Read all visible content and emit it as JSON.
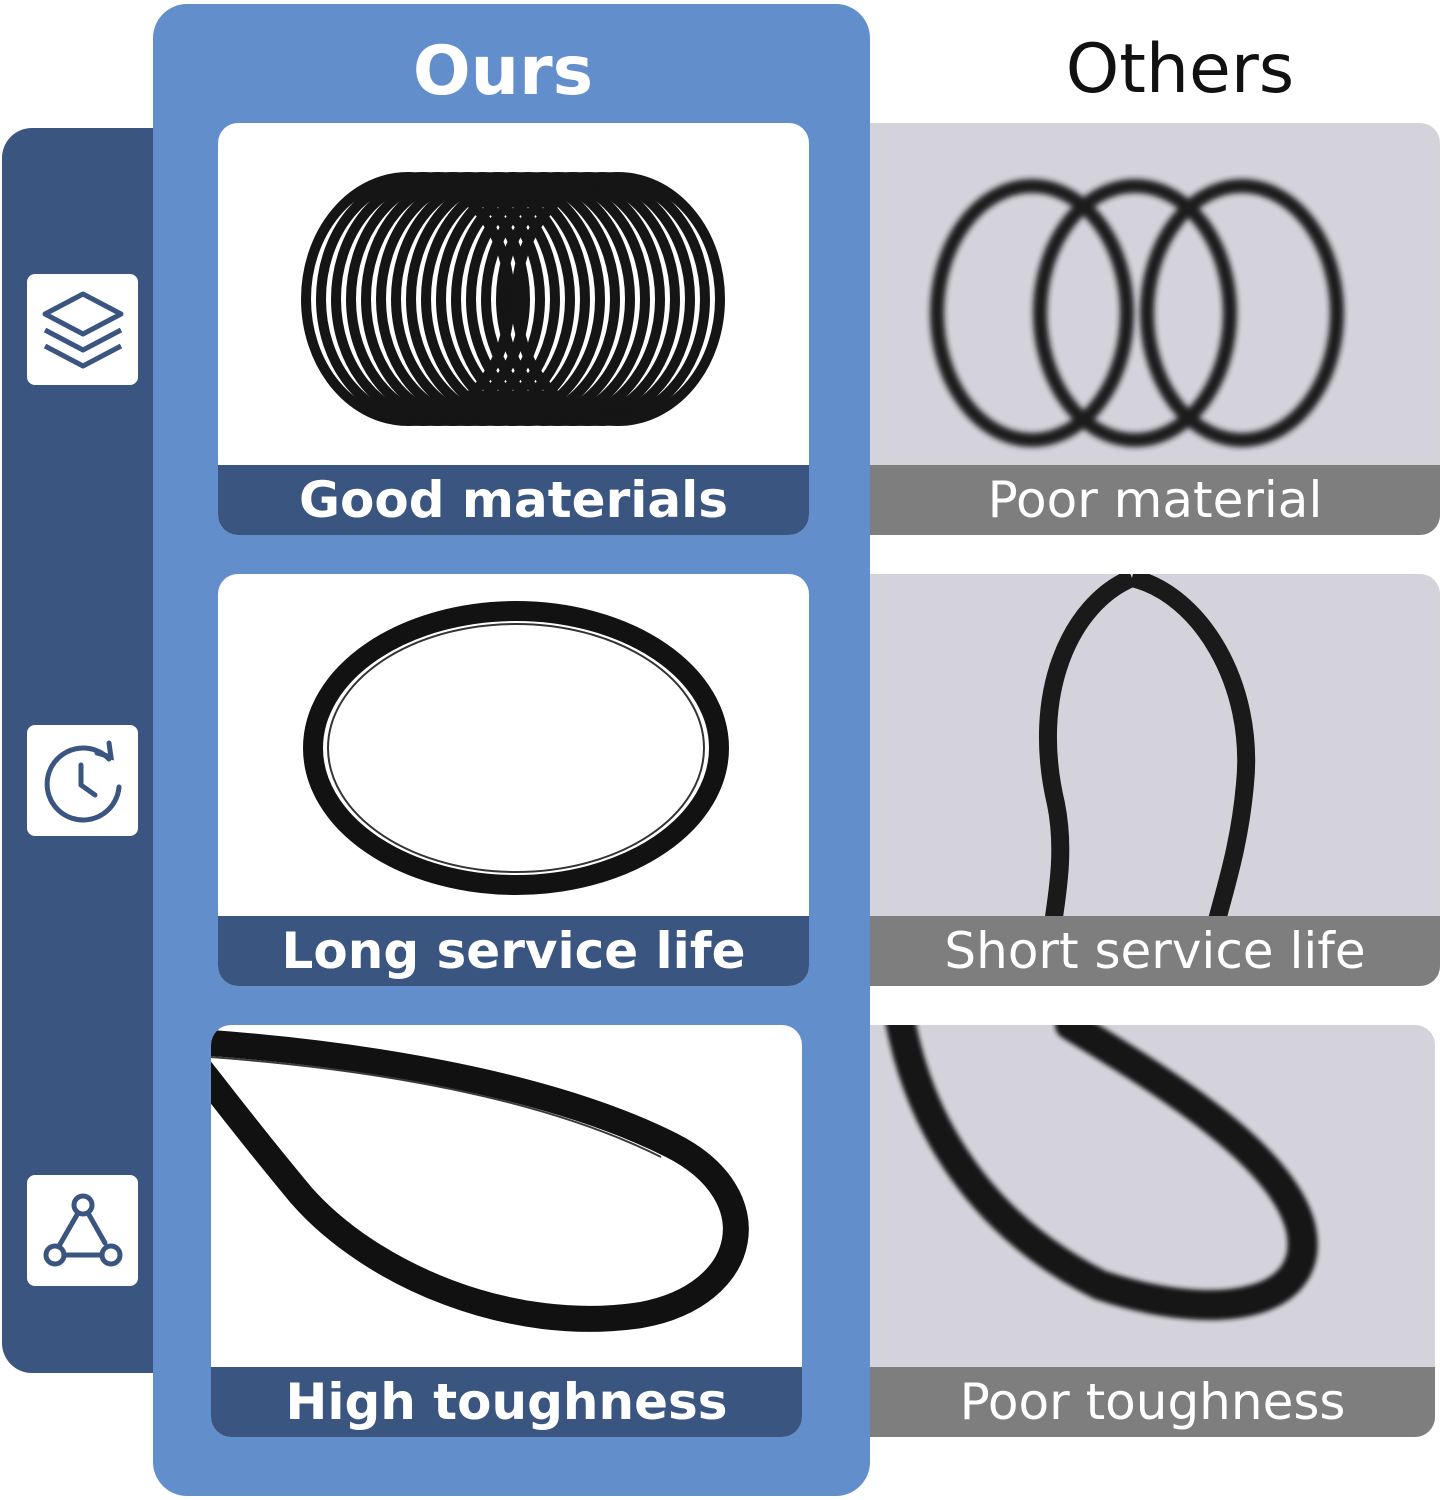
{
  "header": {
    "ours_title": "Ours",
    "others_title": "Others"
  },
  "sidebar": {
    "icons": [
      {
        "name": "layers-icon"
      },
      {
        "name": "clock-refresh-icon"
      },
      {
        "name": "webhook-icon"
      }
    ]
  },
  "rows": [
    {
      "ours_label": "Good materials",
      "others_label": "Poor material"
    },
    {
      "ours_label": "Long service life",
      "others_label": "Short service life"
    },
    {
      "ours_label": "High toughness",
      "others_label": "Poor toughness"
    }
  ],
  "colors": {
    "sidebar": "#3a5580",
    "ours_panel": "#628fcc",
    "others_card": "#d4d3db",
    "others_label_bar": "#7e7e7e"
  }
}
